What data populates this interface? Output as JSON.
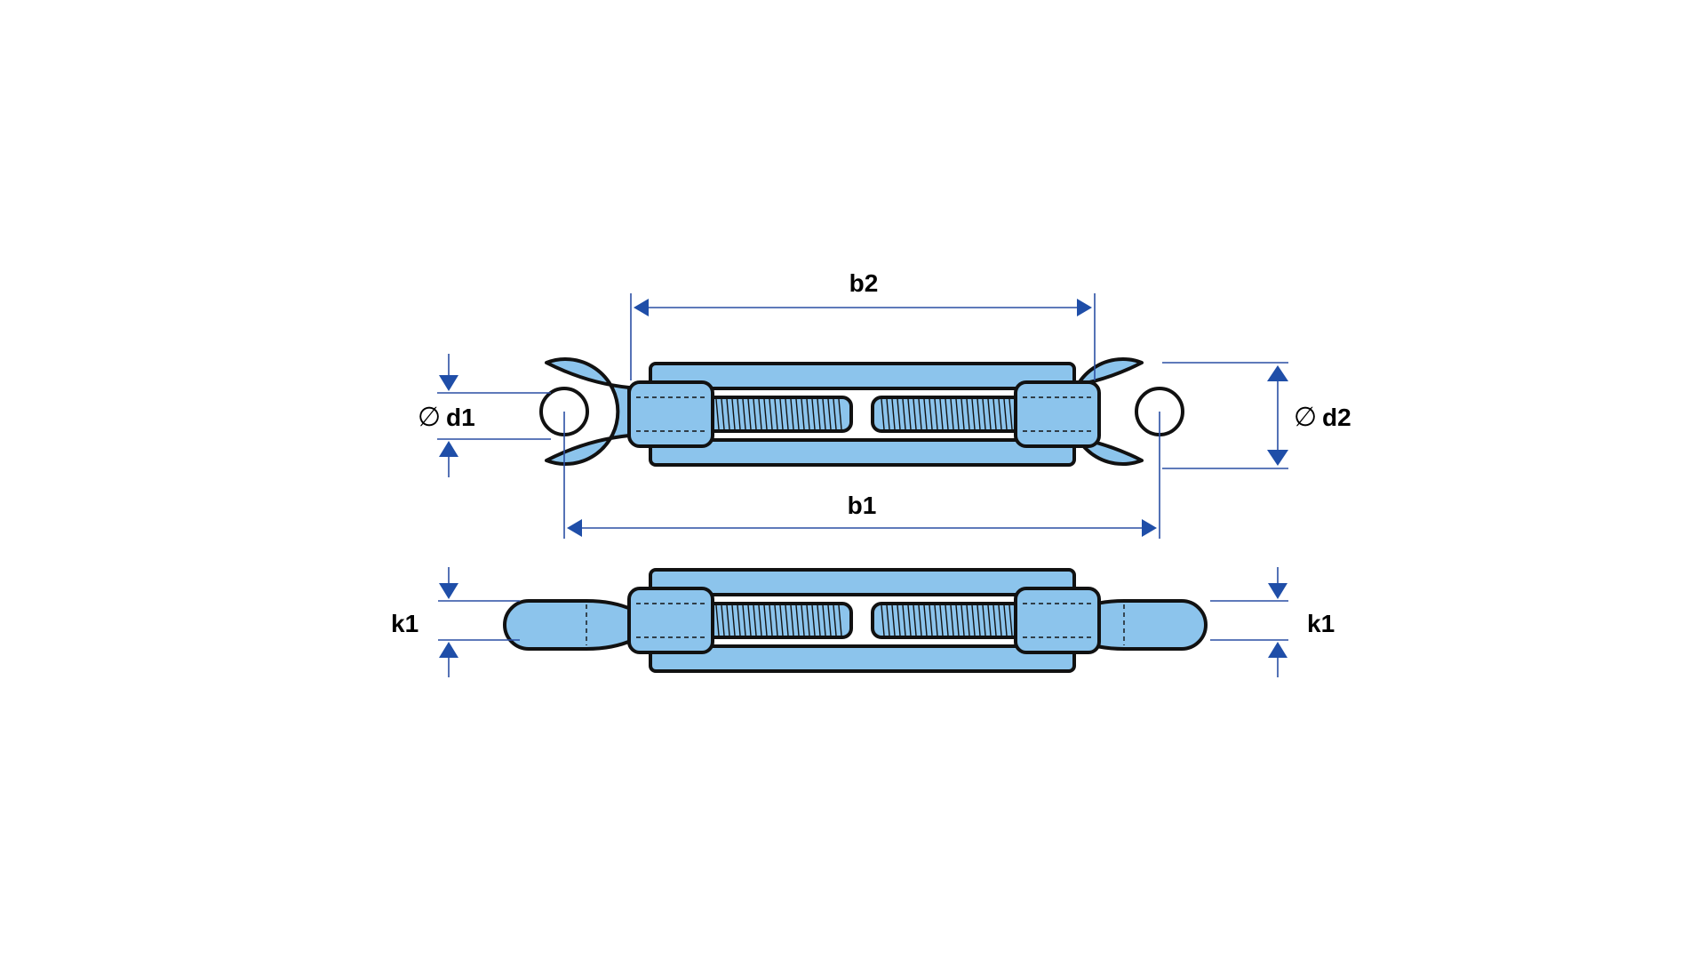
{
  "diagram": {
    "title": "",
    "colors": {
      "part_fill": "#8cc4ec",
      "outline": "#111111",
      "dimension": "#2a4fa4",
      "arrowhead": "#1f4ea8"
    },
    "views": [
      "top-view",
      "side-view"
    ],
    "labels": {
      "b2": "b2",
      "b1": "b1",
      "d1": "d1",
      "d2": "d2",
      "k1_left": "k1",
      "k1_right": "k1",
      "diameter_symbol": "∅"
    }
  }
}
